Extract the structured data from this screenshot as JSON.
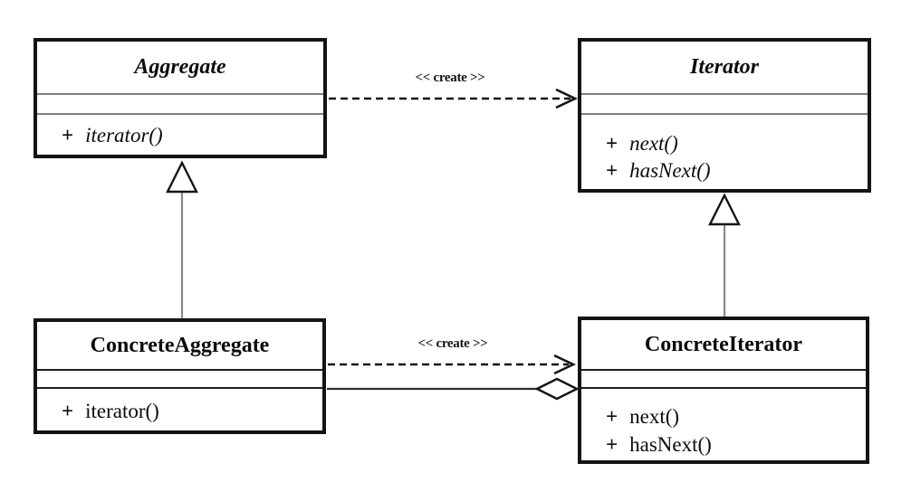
{
  "colors": {
    "background": "#ffffff",
    "box_border": "#141414",
    "abstract_divider": "#7d7d7d",
    "concrete_divider": "#1c1c1c",
    "generalization_line": "#8a8a8a",
    "connector": "#141414"
  },
  "classes": {
    "aggregate": {
      "name": "Aggregate",
      "methods": [
        {
          "visibility": "+",
          "signature": "iterator()"
        }
      ]
    },
    "iterator": {
      "name": "Iterator",
      "methods": [
        {
          "visibility": "+",
          "signature": "next()"
        },
        {
          "visibility": "+",
          "signature": "hasNext()"
        }
      ]
    },
    "concrete_aggregate": {
      "name": "ConcreteAggregate",
      "methods": [
        {
          "visibility": "+",
          "signature": "iterator()"
        }
      ]
    },
    "concrete_iterator": {
      "name": "ConcreteIterator",
      "methods": [
        {
          "visibility": "+",
          "signature": "next()"
        },
        {
          "visibility": "+",
          "signature": "hasNext()"
        }
      ]
    }
  },
  "relationships": {
    "create_top_label": "<< create >>",
    "create_bottom_label": "<< create >>"
  }
}
